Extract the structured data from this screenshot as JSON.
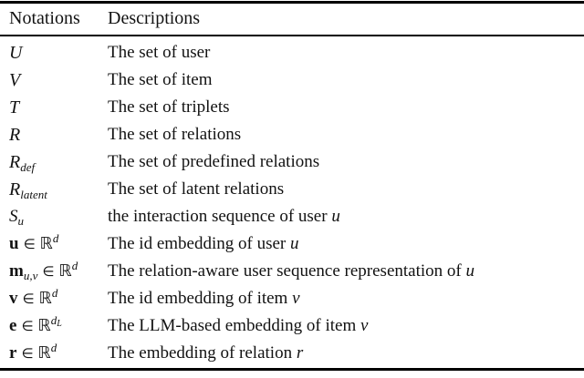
{
  "colors": {
    "background": "#ffffff",
    "text": "#121212",
    "rule": "#000000"
  },
  "table": {
    "headers": {
      "notations": "Notations",
      "descriptions": "Descriptions"
    },
    "rows": [
      {
        "notation": {
          "main": "U",
          "style": "calligraphic",
          "sub": "",
          "mid": "",
          "set": "",
          "sup": "",
          "supsub": ""
        },
        "description": {
          "text": "The set of user",
          "var": ""
        }
      },
      {
        "notation": {
          "main": "V",
          "style": "calligraphic",
          "sub": "",
          "mid": "",
          "set": "",
          "sup": "",
          "supsub": ""
        },
        "description": {
          "text": "The set of item",
          "var": ""
        }
      },
      {
        "notation": {
          "main": "T",
          "style": "calligraphic",
          "sub": "",
          "mid": "",
          "set": "",
          "sup": "",
          "supsub": ""
        },
        "description": {
          "text": "The set of triplets",
          "var": ""
        }
      },
      {
        "notation": {
          "main": "R",
          "style": "calligraphic",
          "sub": "",
          "mid": "",
          "set": "",
          "sup": "",
          "supsub": ""
        },
        "description": {
          "text": "The set of relations",
          "var": ""
        }
      },
      {
        "notation": {
          "main": "R",
          "style": "calligraphic",
          "sub": "def",
          "mid": "",
          "set": "",
          "sup": "",
          "supsub": ""
        },
        "description": {
          "text": "The set of predefined relations",
          "var": ""
        }
      },
      {
        "notation": {
          "main": "R",
          "style": "calligraphic",
          "sub": "latent",
          "mid": "",
          "set": "",
          "sup": "",
          "supsub": ""
        },
        "description": {
          "text": "The set of latent relations",
          "var": ""
        }
      },
      {
        "notation": {
          "main": "S",
          "style": "italic",
          "sub": "u",
          "mid": "",
          "set": "",
          "sup": "",
          "supsub": ""
        },
        "description": {
          "text": "the interaction sequence of user ",
          "var": "u"
        }
      },
      {
        "notation": {
          "main": "u",
          "style": "bold",
          "sub": "",
          "mid": "∈",
          "set": "ℝ",
          "sup": "d",
          "supsub": ""
        },
        "description": {
          "text": "The id embedding of user ",
          "var": "u"
        }
      },
      {
        "notation": {
          "main": "m",
          "style": "bold",
          "sub": "u,v",
          "mid": "∈",
          "set": "ℝ",
          "sup": "d",
          "supsub": ""
        },
        "description": {
          "text": "The relation-aware user sequence representation of ",
          "var": "u"
        }
      },
      {
        "notation": {
          "main": "v",
          "style": "bold",
          "sub": "",
          "mid": "∈",
          "set": "ℝ",
          "sup": "d",
          "supsub": ""
        },
        "description": {
          "text": "The id embedding of item ",
          "var": "v"
        }
      },
      {
        "notation": {
          "main": "e",
          "style": "bold",
          "sub": "",
          "mid": "∈",
          "set": "ℝ",
          "sup": "d",
          "supsub": "L"
        },
        "description": {
          "text": "The LLM-based embedding of item ",
          "var": "v"
        }
      },
      {
        "notation": {
          "main": "r",
          "style": "bold",
          "sub": "",
          "mid": "∈",
          "set": "ℝ",
          "sup": "d",
          "supsub": ""
        },
        "description": {
          "text": "The embedding of relation ",
          "var": "r"
        }
      }
    ]
  }
}
